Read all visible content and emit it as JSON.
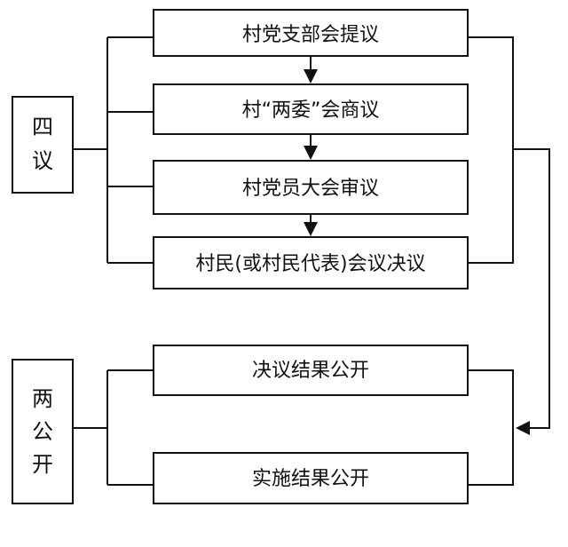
{
  "left_labels": {
    "si_yi": [
      "四",
      "议"
    ],
    "liang_gongkai": [
      "两",
      "公",
      "开"
    ]
  },
  "four_deliberations": [
    {
      "label": "村党支部会提议"
    },
    {
      "label": "村“两委”会商议"
    },
    {
      "label": "村党员大会审议"
    },
    {
      "label": "村民(或村民代表)会议决议"
    }
  ],
  "two_disclosures": [
    {
      "label": "决议结果公开"
    },
    {
      "label": "实施结果公开"
    }
  ],
  "colors": {
    "stroke": "#111111",
    "background": "#ffffff"
  }
}
